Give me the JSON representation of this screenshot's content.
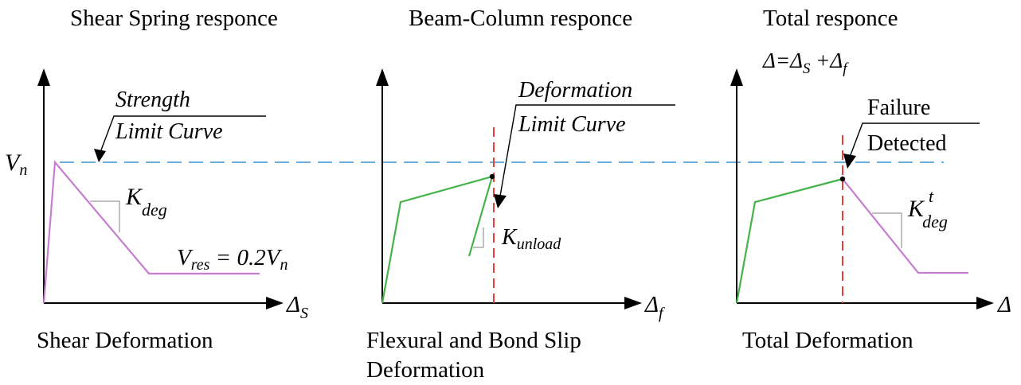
{
  "panels": [
    {
      "title": "Shear Spring responce",
      "caption": [
        "Shear Deformation"
      ],
      "x_axis": {
        "label": "Δ",
        "sub": "S"
      },
      "annotations": {
        "limit_curve": [
          "Strength",
          "Limit Curve"
        ],
        "y_label": {
          "main": "V",
          "sub": "n"
        },
        "stiffness": {
          "main": "K",
          "sub": "deg"
        },
        "residual": {
          "main": "V",
          "sub": "res",
          "rest": " = 0.2V",
          "sub2": "n"
        }
      }
    },
    {
      "title": "Beam-Column  responce",
      "caption": [
        "Flexural and Bond Slip",
        "Deformation"
      ],
      "x_axis": {
        "label": "Δ",
        "sub": "f"
      },
      "annotations": {
        "limit_curve": [
          "Deformation",
          "Limit Curve"
        ],
        "stiffness": {
          "main": "K",
          "sub": "unload"
        }
      }
    },
    {
      "title": "Total responce",
      "caption": [
        "Total Deformation"
      ],
      "x_axis": {
        "label": "Δ",
        "sub": ""
      },
      "annotations": {
        "equation": {
          "a": "Δ=Δ",
          "a_sub": "S",
          "b": " +Δ",
          "b_sub": "f"
        },
        "failure": [
          "Failure",
          "Detected"
        ],
        "stiffness": {
          "main": "K",
          "sup": "t",
          "sub": "deg"
        }
      }
    }
  ],
  "colors": {
    "strength_line": "#6aaee0",
    "deformation_limit": "#e8413a",
    "flexural_response": "#44b34a",
    "shear_response": "#c77dd2"
  }
}
